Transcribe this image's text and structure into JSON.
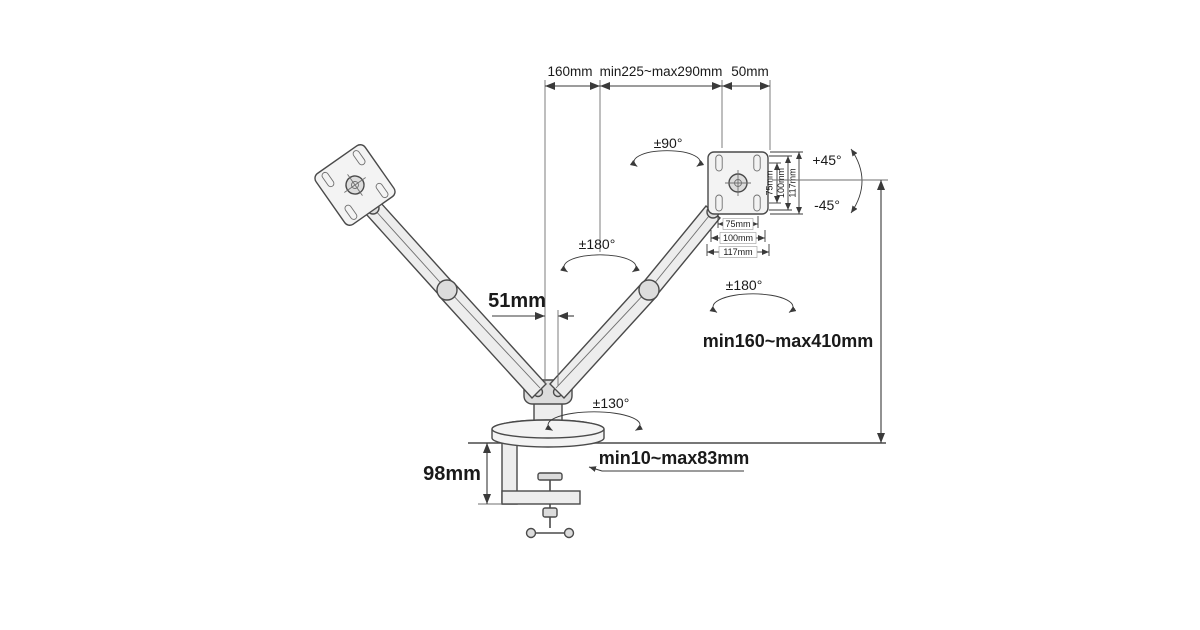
{
  "diagram": {
    "top_dims": {
      "left_span": "160mm",
      "center_span": "min225~max290mm",
      "right_span": "50mm"
    },
    "angles": {
      "vesa_swivel": "±90°",
      "tilt_up": "+45°",
      "tilt_down": "-45°",
      "upper_arm_rotation": "±180°",
      "lower_arm_rotation": "±180°",
      "base_rotation": "±130°"
    },
    "dims": {
      "pole_offset": "51mm",
      "height_range": "min160~max410mm",
      "clamp_thickness_range": "min10~max83mm",
      "clamp_height": "98mm"
    },
    "vesa": {
      "spacing_75": "75mm",
      "spacing_100": "100mm",
      "spacing_117": "117mm"
    }
  },
  "colors": {
    "background": "#ffffff",
    "line": "#4a4a4a",
    "text": "#1a1a1a"
  }
}
